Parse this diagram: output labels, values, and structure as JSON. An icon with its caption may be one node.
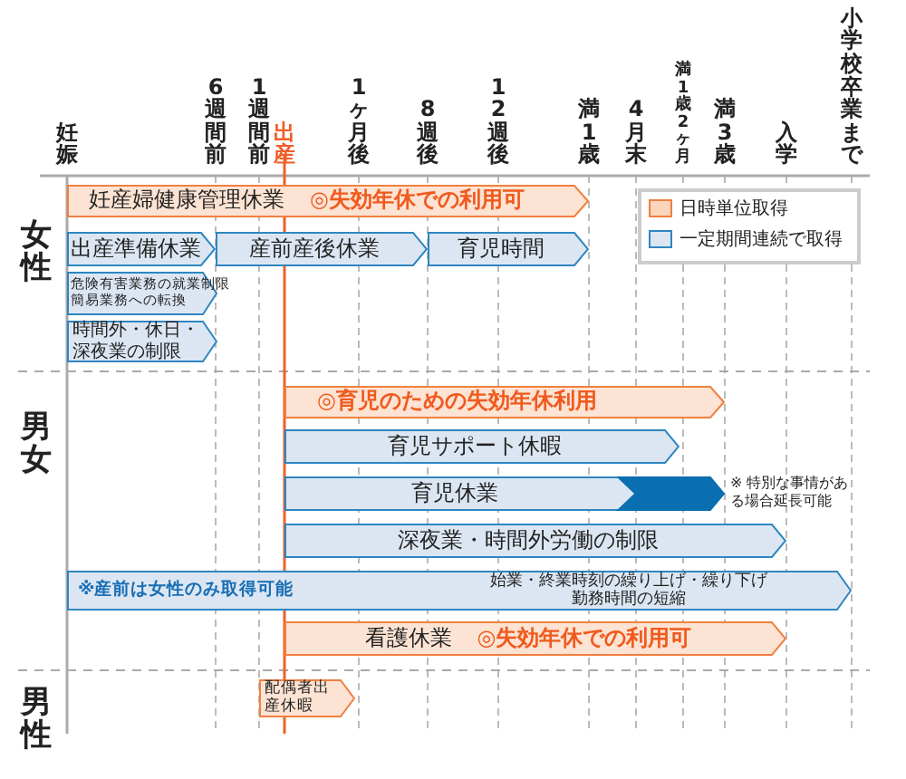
{
  "diagram": {
    "nodes": [
      {
        "text": [
          "妊産婦健康管理休業",
          "◎失効年休での利用可"
        ]
      },
      {
        "text": [
          "出産準備休業"
        ]
      },
      {
        "text": [
          "産前産後休業"
        ]
      },
      {
        "text": [
          "育児時間"
        ]
      },
      {
        "text": [
          "危険有害業務の就業制限簡易業務への転換"
        ]
      },
      {
        "text": [
          "時間外・休日・深夜業の制限"
        ]
      },
      {
        "text": [
          "◎育児のための失効年休利用"
        ]
      },
      {
        "text": [
          "育児サポート休暇"
        ]
      },
      {
        "text": [
          "育児休業"
        ],
        "beside": [
          "※ 特別な事情がある場合延長可能"
        ]
      },
      {
        "text": [
          "深夜業・時間外労働の制限"
        ]
      },
      {
        "text": [
          "※産前は女性のみ取得可能",
          "始業・終業時刻の繰り上げ・繰り下げ勤務時間の短縮"
        ]
      },
      {
        "text": [
          "看護休業",
          "◎失効年休での利用可"
        ]
      },
      {
        "text": [
          "配偶者出産休暇"
        ]
      }
    ],
    "labels": [
      "妊娠",
      "6週間前",
      "1週間前",
      "出産",
      "1ヶ月後",
      "8週後",
      "12週後",
      "満1歳",
      "4月末",
      "満1歳2ヶ月",
      "満3歳",
      "入学",
      "小学校卒業まで",
      "女性",
      "男女",
      "男性"
    ],
    "legend": [
      {
        "text": "日時単位取得",
        "color": "#fcd5bd"
      },
      {
        "text": "一定期間連続で取得",
        "color": "#dce6f2"
      }
    ]
  }
}
